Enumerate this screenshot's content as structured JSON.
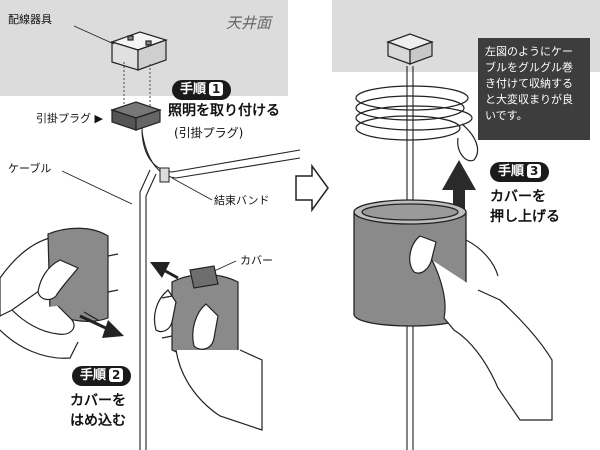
{
  "left_panel": {
    "ceiling_label": "天井面",
    "wiring_fixture_label": "配線器具",
    "hook_plug_label": "引掛プラグ ▶",
    "cable_label": "ケーブル",
    "cable_tie_label": "結束バンド",
    "cover_label": "カバー",
    "step1": {
      "badge_text": "手順",
      "badge_num": "1",
      "instruction": "照明を取り付ける",
      "sub": "(引掛プラグ)"
    },
    "step2": {
      "badge_text": "手順",
      "badge_num": "2",
      "instruction_line1": "カバーを",
      "instruction_line2": "はめ込む"
    }
  },
  "right_panel": {
    "note_text": "左図のようにケーブルをグルグル巻き付けて収納すると大変収まりが良いです。",
    "step3": {
      "badge_text": "手順",
      "badge_num": "3",
      "instruction_line1": "カバーを",
      "instruction_line2": "押し上げる"
    }
  },
  "colors": {
    "ceiling": "#dcdcdc",
    "cover": "#8a8a8a",
    "badge": "#1a1a1a",
    "note_bg": "#3d3d3d"
  }
}
